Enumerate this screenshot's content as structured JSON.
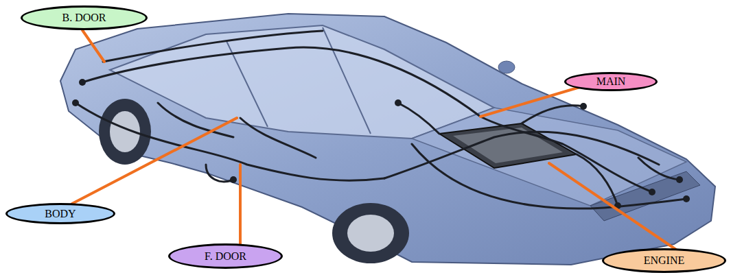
{
  "diagram": {
    "nodes": [
      {
        "text": [
          "B. DOOR"
        ]
      },
      {
        "text": [
          "MAIN"
        ]
      },
      {
        "text": [
          "BODY"
        ]
      },
      {
        "text": [
          "F. DOOR"
        ]
      },
      {
        "text": [
          "ENGINE"
        ]
      }
    ]
  }
}
